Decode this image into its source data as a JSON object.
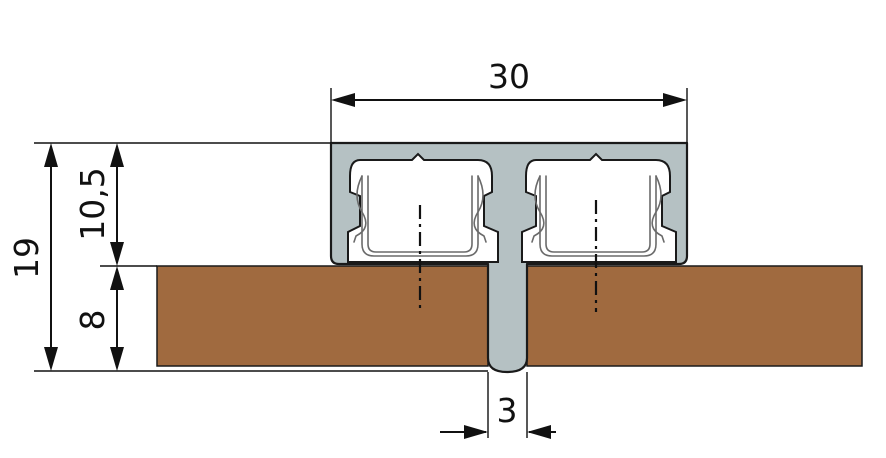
{
  "colors": {
    "wood": "#a06a3f",
    "profile": "#b5c1c3",
    "outline": "#1a1a1a",
    "clip": "#ffffff"
  },
  "dimensions": {
    "width_top": "30",
    "overall_height": "19",
    "upper_height": "10,5",
    "lower_height": "8",
    "slot_width": "3"
  }
}
